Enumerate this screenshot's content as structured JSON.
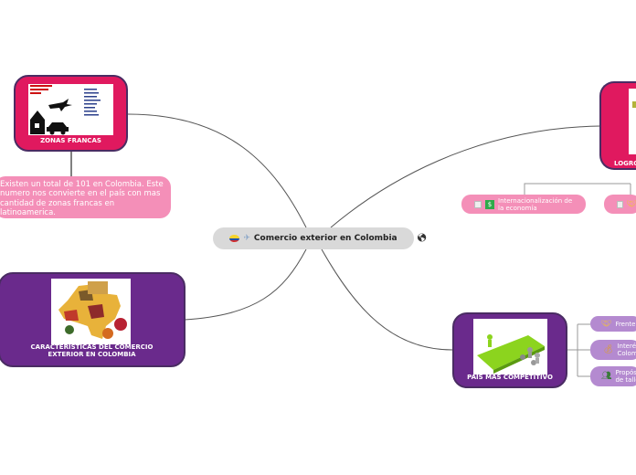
{
  "central": {
    "title": "Comercio exterior en Colombia",
    "flag_icon": "colombia-flag",
    "plane_icon": "airplane",
    "globe_icon": "globe"
  },
  "zonas_francas": {
    "label": "ZONAS FRANCAS",
    "note": "Existen un total de 101 en Colombia. Este numero nos convierte en el país con mas cantidad de zonas francas en latinoamerica.",
    "color": "#e0195f"
  },
  "caracteristicas": {
    "label": "CARACTERÍSTICAS DEL COMERCIO EXTERIOR EN COLOMBIA",
    "color": "#6a2a8c"
  },
  "logros": {
    "label": "LOGROS",
    "color": "#e0195f",
    "children": [
      {
        "label": "Internacionalización de la economía",
        "icon": "chart-icon"
      },
      {
        "label": "",
        "icon": "handshake-icon"
      }
    ]
  },
  "pais_competitivo": {
    "label": "PAÍS MAS COMPETITIVO",
    "color": "#6a2a8c",
    "children": [
      {
        "label": "Frente",
        "icon": "handshake-icon"
      },
      {
        "label": "Interé Colom",
        "icon": "money-bag-icon"
      },
      {
        "label": "Propós de talle",
        "icon": "people-icon"
      }
    ]
  },
  "colors": {
    "pink_light": "#f48fb8",
    "purple_light": "#b48ad0",
    "link": "#555555"
  }
}
